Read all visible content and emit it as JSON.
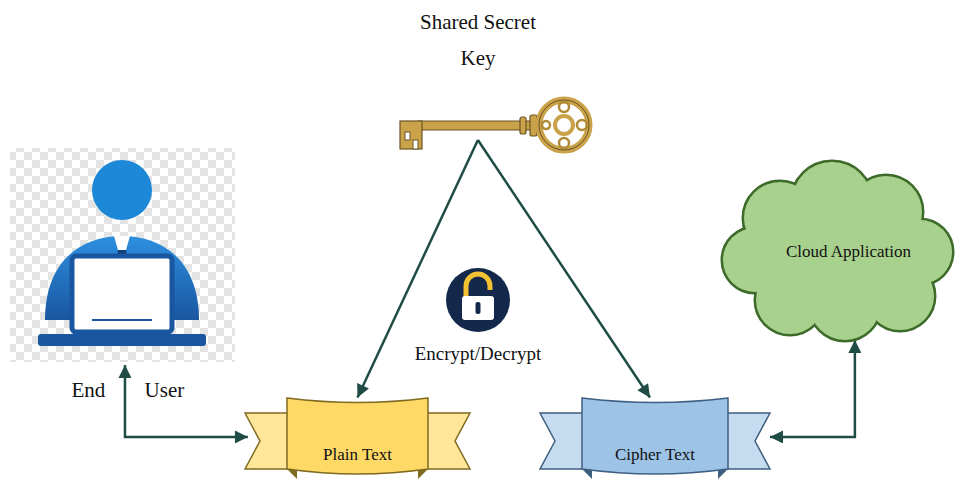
{
  "diagram": {
    "nodes": [
      {
        "text": [
          "Shared Secret Key"
        ]
      },
      {
        "text": [
          "End User"
        ]
      },
      {
        "text": [
          "Plain Text"
        ]
      },
      {
        "text": [
          "Cipher Text"
        ]
      },
      {
        "text": [
          "Cloud Application"
        ]
      }
    ],
    "edges": [
      {
        "from": 1,
        "to": 2,
        "arrow": "both"
      },
      {
        "from": 0,
        "to": 2,
        "arrow": "to"
      },
      {
        "from": 0,
        "to": 3,
        "arrow": "to"
      },
      {
        "from": 3,
        "to": 4,
        "arrow": "both"
      }
    ],
    "labels": [
      "Encrypt/Decrypt"
    ]
  }
}
